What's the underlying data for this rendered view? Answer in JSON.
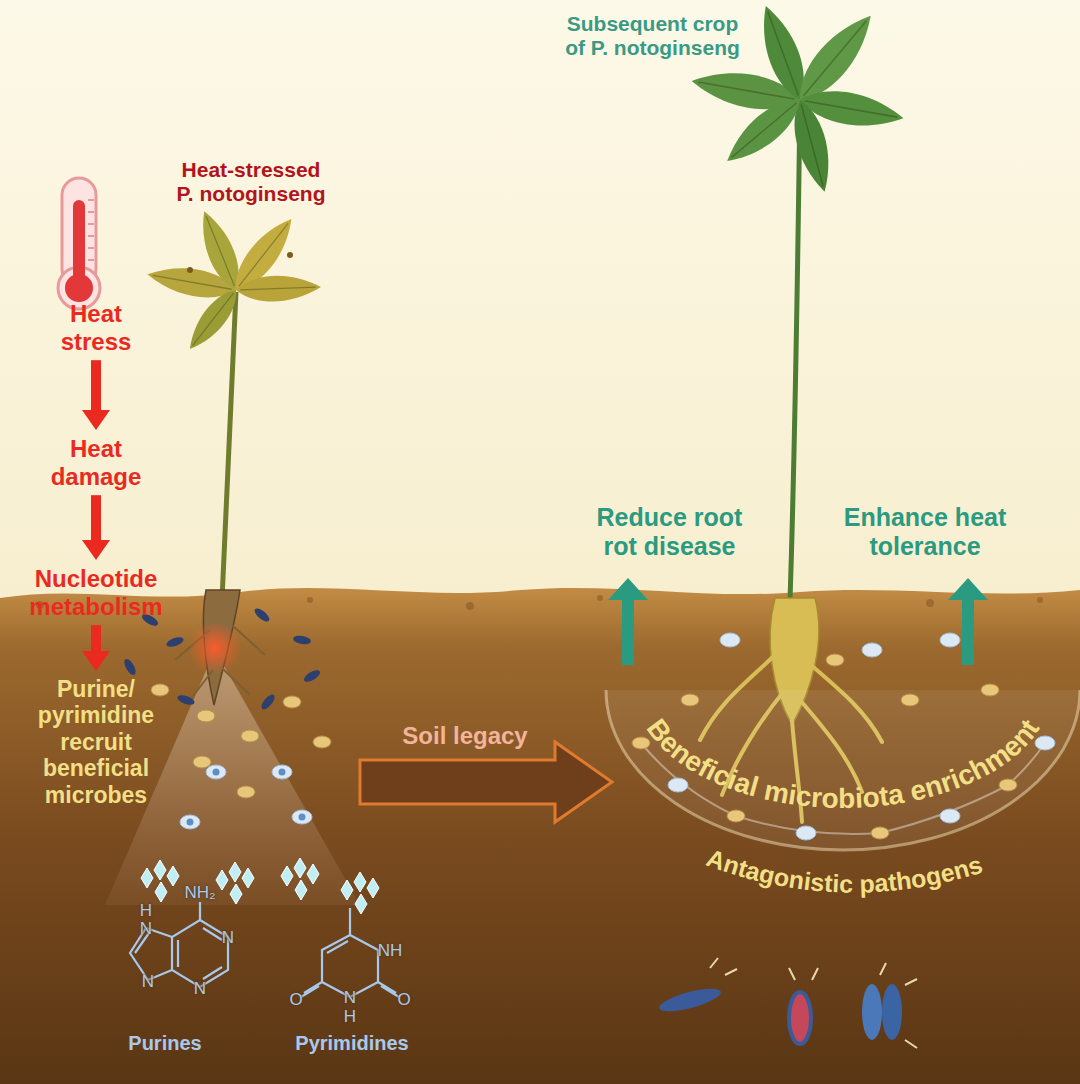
{
  "diagram": {
    "nodes": [
      {
        "text": [
          "Heat stress"
        ]
      },
      {
        "text": [
          "Heat damage"
        ]
      },
      {
        "text": [
          "Nucleotide metabolism"
        ]
      },
      {
        "text": [
          "Purine/ pyrimidine recruit beneficial microbes"
        ]
      }
    ],
    "edges": [
      {
        "from": 0,
        "to": 1,
        "arrow": "to"
      },
      {
        "from": 1,
        "to": 2,
        "arrow": "to"
      },
      {
        "from": 2,
        "to": 3,
        "arrow": "to"
      }
    ],
    "labels": [
      "Heat-stressed P. notoginseng",
      "Subsequent crop of P. notoginseng",
      "Reduce root rot disease",
      "Enhance heat tolerance",
      "Soil legacy",
      "Beneficial microbiota enrichment",
      "Antagonistic pathogens",
      "NH₂",
      "H",
      "N",
      "N",
      "N",
      "N",
      "Purines",
      "NH",
      "O",
      "N",
      "H",
      "O",
      "Pyrimidines"
    ]
  }
}
